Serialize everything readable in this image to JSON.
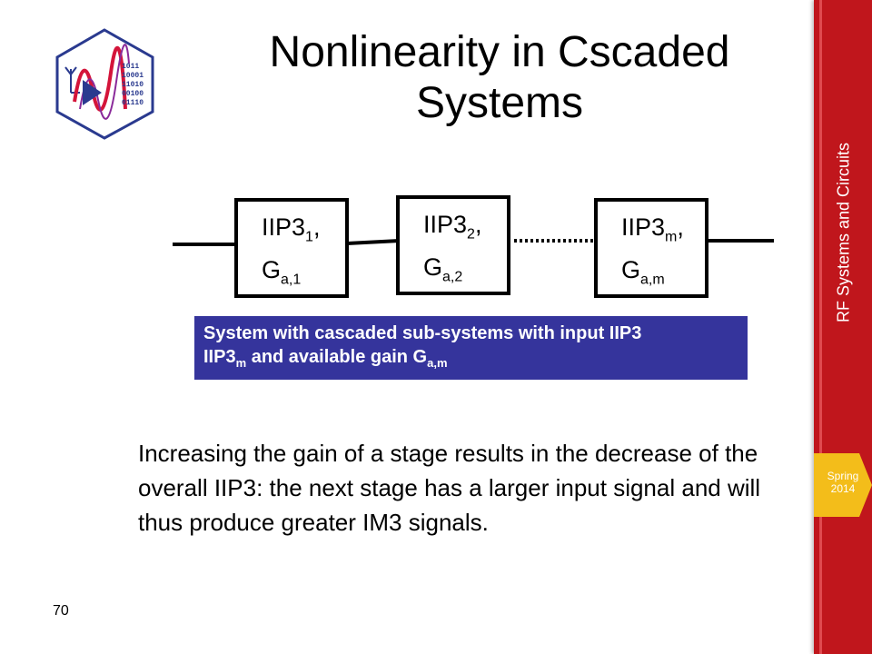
{
  "slide": {
    "title_line1": "Nonlinearity in Cscaded",
    "title_line2": "Systems",
    "page_number": "70"
  },
  "logo": {
    "binary_lines": [
      "1011",
      "10001",
      "11010",
      "00100",
      "01110"
    ]
  },
  "sidebar": {
    "course": "RF Systems and Circuits",
    "term_line1": "Spring",
    "term_line2": "2014"
  },
  "diagram": {
    "blocks": [
      {
        "name": "IIP3",
        "name_sub": "1",
        "gain": "G",
        "gain_sub": "a,1"
      },
      {
        "name": "IIP3",
        "name_sub": "2",
        "gain": "G",
        "gain_sub": "a,2"
      },
      {
        "name": "IIP3",
        "name_sub": "m",
        "gain": "G",
        "gain_sub": "a,m"
      }
    ],
    "separator": ","
  },
  "caption": {
    "line1": "System with cascaded sub-systems with input IIP3",
    "line2_part1": "IIP3",
    "line2_sub1": "m",
    "line2_part2": " and available gain G",
    "line2_sub2": "a,m"
  },
  "body": {
    "text": "Increasing the gain of a stage results in the decrease of the overall IIP3: the next stage has a larger input signal and will thus produce greater IM3 signals."
  },
  "colors": {
    "sidebar_red": "#c0161c",
    "badge_yellow": "#f3bd1a",
    "caption_blue": "#35349c",
    "logo_blue": "#2a3a8f"
  }
}
